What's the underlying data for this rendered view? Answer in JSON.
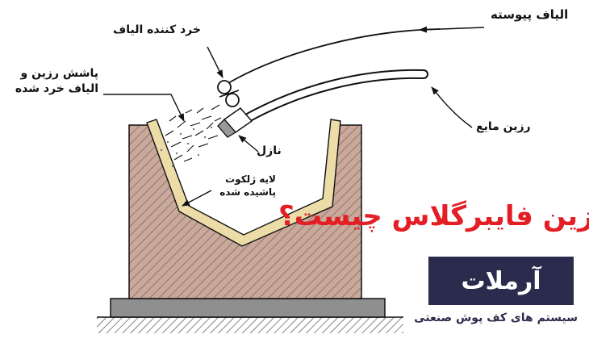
{
  "diagram": {
    "labels": {
      "continuous_fiber": "الیاف پیوسته",
      "fiber_chopper": "خرد کننده الیاف",
      "resin_spray": "پاشش رزین و الیاف خرد شده",
      "liquid_resin": "رزین مایع",
      "nozzle": "نازل",
      "gelcoat_layer": "لایه ژلکوت پاشیده شده"
    }
  },
  "headline": "رزین فایبرگلاس چیست؟",
  "logo": {
    "mark": "آرملات",
    "tagline": "سیستم های کف پوش صنعتی"
  },
  "colors": {
    "accent": "#e31e24",
    "logo_bg": "#2b2b4d",
    "gelcoat": "#ecdca8",
    "mold_fill": "#c9a99c",
    "base": "#8f8f8f"
  }
}
